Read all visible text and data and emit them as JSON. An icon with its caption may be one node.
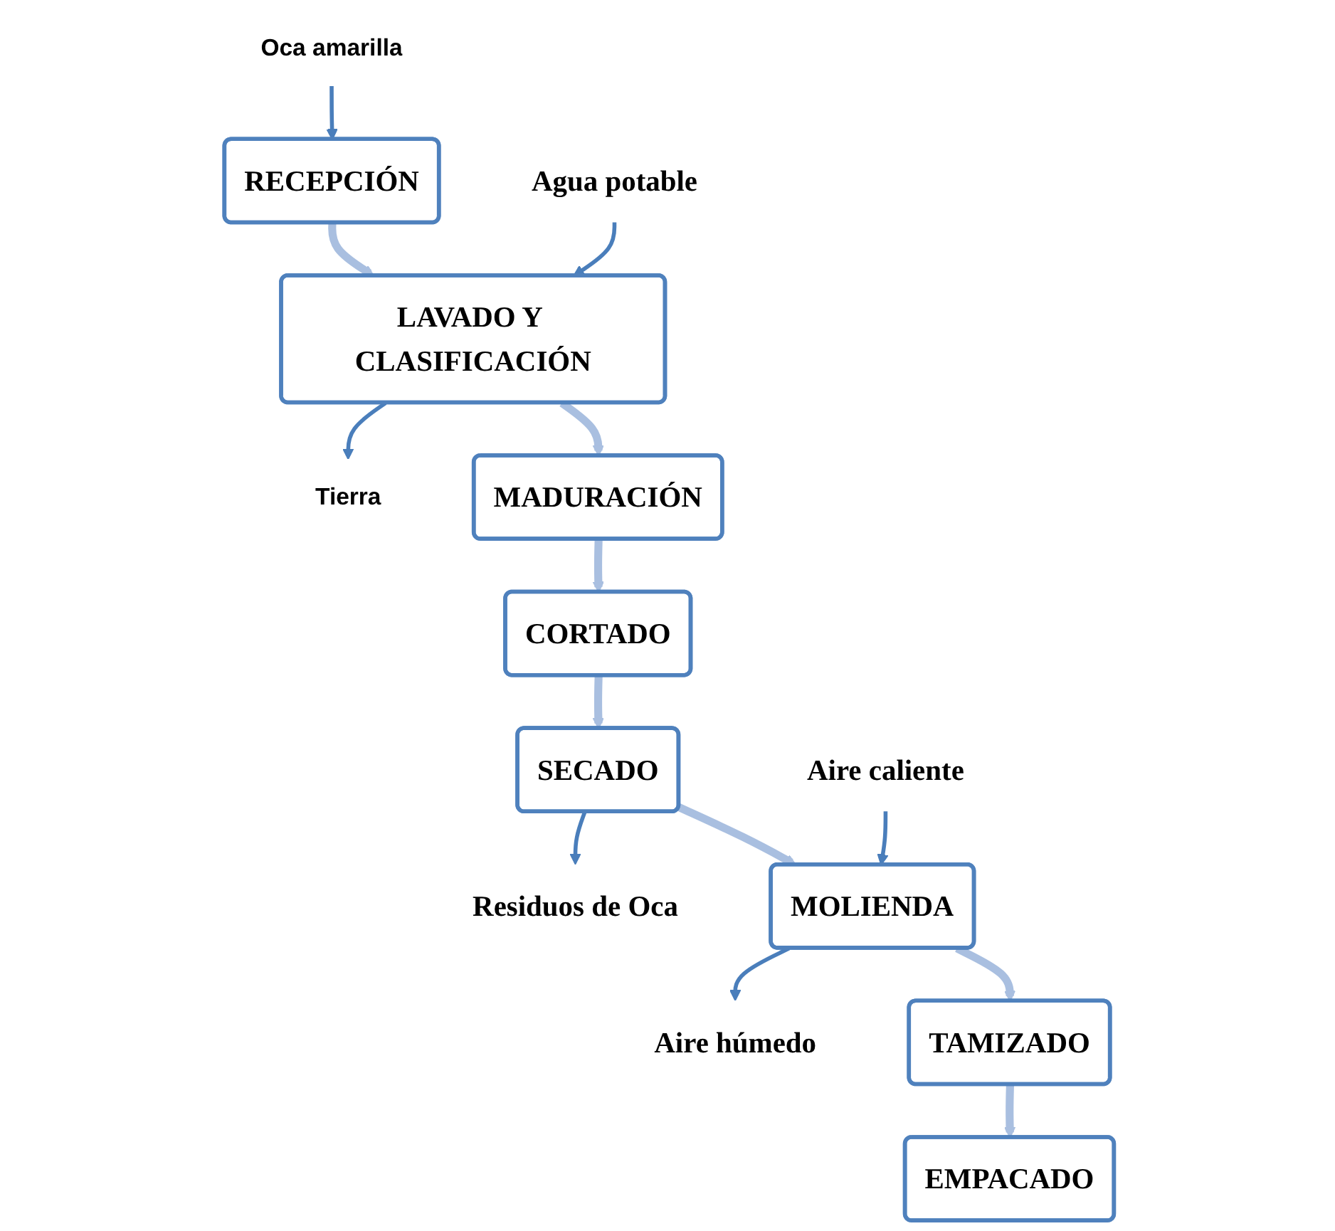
{
  "diagram": {
    "nodes": [
      {
        "text": [
          "Oca amarilla"
        ]
      },
      {
        "text": [
          "RECEPCIÓN"
        ]
      },
      {
        "text": [
          "Agua potable"
        ]
      },
      {
        "text": [
          "LAVADO Y CLASIFICACIÓN"
        ]
      },
      {
        "text": [
          "Tierra"
        ]
      },
      {
        "text": [
          "MADURACIÓN"
        ]
      },
      {
        "text": [
          "CORTADO"
        ]
      },
      {
        "text": [
          "Residuos de Oca"
        ]
      },
      {
        "text": [
          "SECADO"
        ]
      },
      {
        "text": [
          "Aire caliente"
        ]
      },
      {
        "text": [
          "Aire húmedo"
        ]
      },
      {
        "text": [
          "MOLIENDA"
        ]
      },
      {
        "text": [
          "TAMIZADO"
        ]
      },
      {
        "text": [
          "EMPACADO"
        ]
      }
    ],
    "edges": [
      {
        "from": 0,
        "to": 1,
        "arrow": "to",
        "color": "#4a7ebb"
      },
      {
        "from": 1,
        "to": 3,
        "arrow": "to"
      },
      {
        "from": 2,
        "to": 3,
        "arrow": "to",
        "color": "#4a7ebb"
      },
      {
        "from": 3,
        "to": 4,
        "arrow": "to",
        "color": "#4a7ebb"
      },
      {
        "from": 3,
        "to": 5,
        "arrow": "to"
      },
      {
        "from": 5,
        "to": 6,
        "arrow": "to"
      },
      {
        "from": 6,
        "to": 8,
        "arrow": "to"
      },
      {
        "from": 8,
        "to": 7,
        "arrow": "to",
        "color": "#4a7ebb"
      },
      {
        "from": 9,
        "to": 11,
        "arrow": "to",
        "color": "#4a7ebb"
      },
      {
        "from": 11,
        "to": 10,
        "arrow": "to",
        "color": "#4a7ebb"
      },
      {
        "from": 8,
        "to": 11,
        "arrow": "to"
      },
      {
        "from": 11,
        "to": 12,
        "arrow": "to"
      },
      {
        "from": 12,
        "to": 13,
        "arrow": "to"
      }
    ]
  }
}
